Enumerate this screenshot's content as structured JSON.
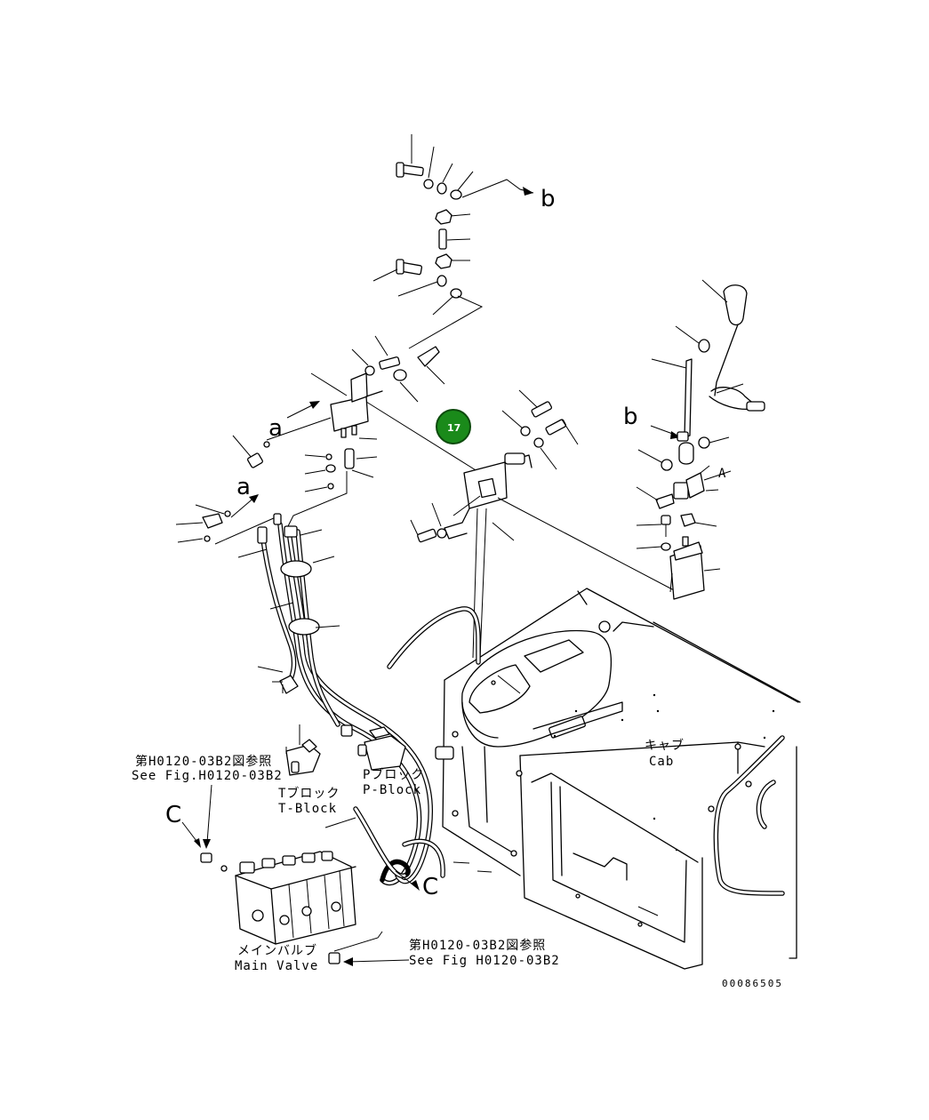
{
  "labels": {
    "ref_marker_b_top": "b",
    "ref_marker_b_right": "b",
    "ref_marker_a_top": "a",
    "ref_marker_a_lower": "a",
    "ref_marker_c_left": "C",
    "ref_marker_c_hose": "C",
    "ref_marker_A": "A",
    "callout": "17",
    "cab_jp": "キャブ",
    "cab_en": "Cab",
    "t_block_jp": "Tブロック",
    "t_block_en": "T-Block",
    "p_block_jp": "Pブロック",
    "p_block_en": "P-Block",
    "ref_left_jp": "第H0120-03B2図参照",
    "ref_left_en": "See Fig.H0120-03B2",
    "ref_right_jp": "第H0120-03B2図参照",
    "ref_right_en": "See Fig H0120-03B2",
    "main_valve_jp": "メインバルブ",
    "main_valve_en": "Main Valve",
    "drawing_number": "00086505"
  },
  "colors": {
    "callout_fill": "#1a8a1a",
    "callout_stroke": "#0c4a0c",
    "ink": "#000000"
  }
}
